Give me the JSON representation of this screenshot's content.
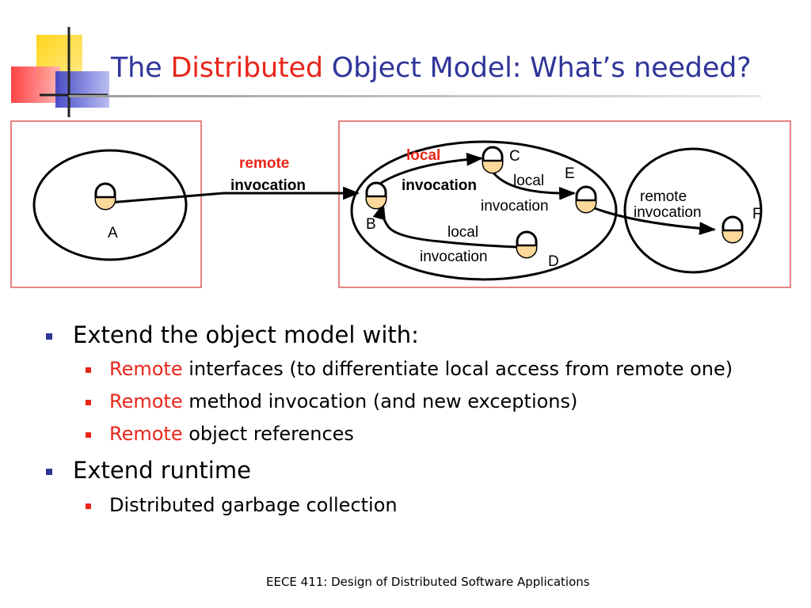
{
  "slide": {
    "title_part1": "The",
    "title_highlight": "Distributed",
    "title_part2": "Object Model: What’s needed?",
    "footer": "EECE 411: Design of Distributed Software Applications"
  },
  "diagram": {
    "objects": {
      "a": "A",
      "b": "B",
      "c": "C",
      "d": "D",
      "e": "E",
      "f": "F"
    },
    "arrows": {
      "a_to_b_word1": "remote",
      "a_to_b_word2": "invocation",
      "b_to_c_word1": "local",
      "b_to_c_word2": "invocation",
      "c_to_e_word1": "local",
      "c_to_e_word2": "invocation",
      "d_to_b_word1": "local",
      "d_to_b_word2": "invocation",
      "e_to_f_word1": "remote",
      "e_to_f_word2": "invocation"
    }
  },
  "bullets": {
    "item1": "Extend the object model with:",
    "item1_sub1_red": "Remote",
    "item1_sub1_rest": "interfaces (to differentiate local access from remote one)",
    "item1_sub2_red": "Remote",
    "item1_sub2_rest": "method invocation (and new exceptions)",
    "item1_sub3_red": "Remote",
    "item1_sub3_rest": "object references",
    "item2": "Extend runtime",
    "item2_sub1": "Distributed garbage collection"
  },
  "colors": {
    "title_blue": "#2f3599",
    "accent_red": "#e8261a",
    "object_fill": "#fcd89a",
    "frame_red": "#e05a5a"
  }
}
